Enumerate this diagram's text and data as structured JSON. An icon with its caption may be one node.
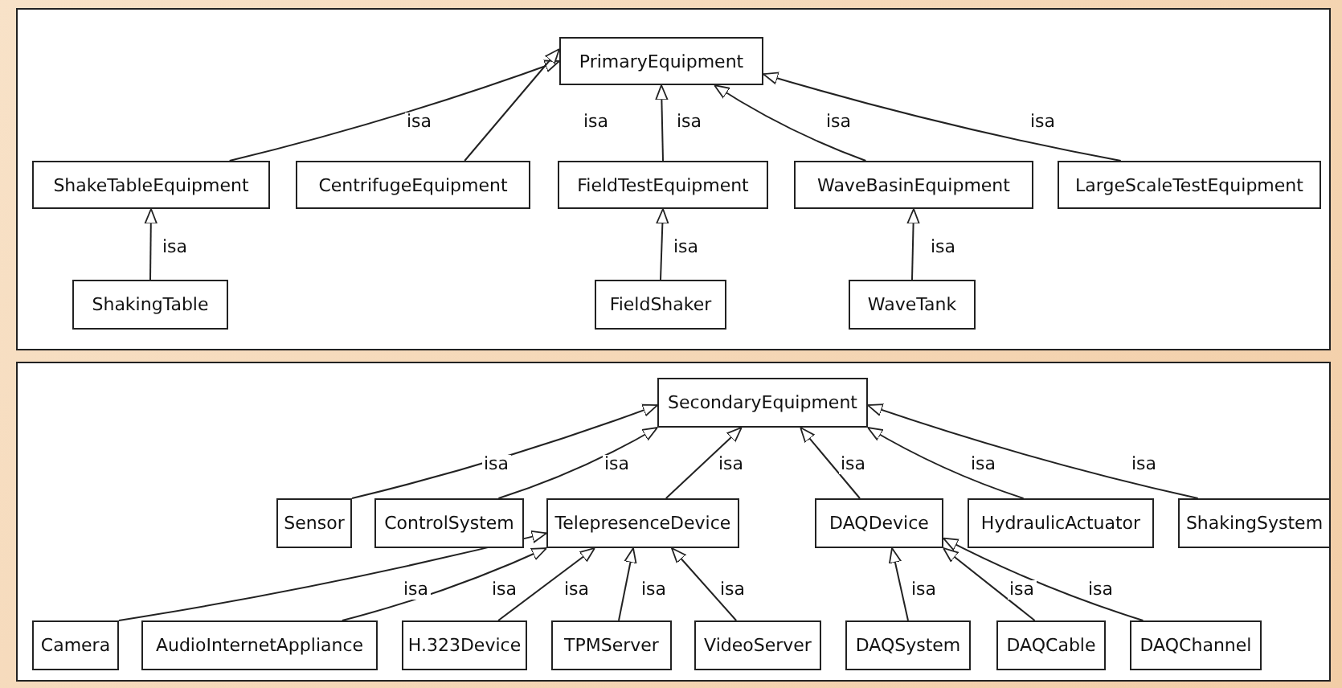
{
  "diagram": {
    "nodes": [
      {
        "text": [
          "PrimaryEquipment"
        ]
      },
      {
        "text": [
          "ShakeTableEquipment"
        ]
      },
      {
        "text": [
          "CentrifugeEquipment"
        ]
      },
      {
        "text": [
          "FieldTestEquipment"
        ]
      },
      {
        "text": [
          "WaveBasinEquipment"
        ]
      },
      {
        "text": [
          "LargeScaleTestEquipment"
        ]
      },
      {
        "text": [
          "ShakingTable"
        ]
      },
      {
        "text": [
          "FieldShaker"
        ]
      },
      {
        "text": [
          "WaveTank"
        ]
      },
      {
        "text": [
          "SecondaryEquipment"
        ]
      },
      {
        "text": [
          "Sensor"
        ]
      },
      {
        "text": [
          "ControlSystem"
        ]
      },
      {
        "text": [
          "TelepresenceDevice"
        ]
      },
      {
        "text": [
          "DAQDevice"
        ]
      },
      {
        "text": [
          "HydraulicActuator"
        ]
      },
      {
        "text": [
          "ShakingSystem"
        ]
      },
      {
        "text": [
          "Camera"
        ]
      },
      {
        "text": [
          "AudioInternetAppliance"
        ]
      },
      {
        "text": [
          "H.323Device"
        ]
      },
      {
        "text": [
          "TPMServer"
        ]
      },
      {
        "text": [
          "VideoServer"
        ]
      },
      {
        "text": [
          "DAQSystem"
        ]
      },
      {
        "text": [
          "DAQCable"
        ]
      },
      {
        "text": [
          "DAQChannel"
        ]
      }
    ],
    "edges": [
      {
        "from": 1,
        "to": 0,
        "arrow": "to",
        "label": "isa"
      },
      {
        "from": 2,
        "to": 0,
        "arrow": "to",
        "label": "isa"
      },
      {
        "from": 3,
        "to": 0,
        "arrow": "to",
        "label": "isa"
      },
      {
        "from": 4,
        "to": 0,
        "arrow": "to",
        "label": "isa"
      },
      {
        "from": 5,
        "to": 0,
        "arrow": "to",
        "label": "isa"
      },
      {
        "from": 6,
        "to": 1,
        "arrow": "to",
        "label": "isa"
      },
      {
        "from": 7,
        "to": 3,
        "arrow": "to",
        "label": "isa"
      },
      {
        "from": 8,
        "to": 4,
        "arrow": "to",
        "label": "isa"
      },
      {
        "from": 10,
        "to": 9,
        "arrow": "to",
        "label": "isa"
      },
      {
        "from": 11,
        "to": 9,
        "arrow": "to",
        "label": "isa"
      },
      {
        "from": 12,
        "to": 9,
        "arrow": "to",
        "label": "isa"
      },
      {
        "from": 13,
        "to": 9,
        "arrow": "to",
        "label": "isa"
      },
      {
        "from": 14,
        "to": 9,
        "arrow": "to",
        "label": "isa"
      },
      {
        "from": 15,
        "to": 9,
        "arrow": "to",
        "label": "isa"
      },
      {
        "from": 16,
        "to": 12,
        "arrow": "to",
        "label": "isa"
      },
      {
        "from": 17,
        "to": 12,
        "arrow": "to",
        "label": "isa"
      },
      {
        "from": 18,
        "to": 12,
        "arrow": "to",
        "label": "isa"
      },
      {
        "from": 19,
        "to": 12,
        "arrow": "to",
        "label": "isa"
      },
      {
        "from": 20,
        "to": 12,
        "arrow": "to",
        "label": "isa"
      },
      {
        "from": 21,
        "to": 13,
        "arrow": "to",
        "label": "isa"
      },
      {
        "from": 22,
        "to": 13,
        "arrow": "to",
        "label": "isa"
      },
      {
        "from": 23,
        "to": 13,
        "arrow": "to",
        "label": "isa"
      }
    ]
  }
}
